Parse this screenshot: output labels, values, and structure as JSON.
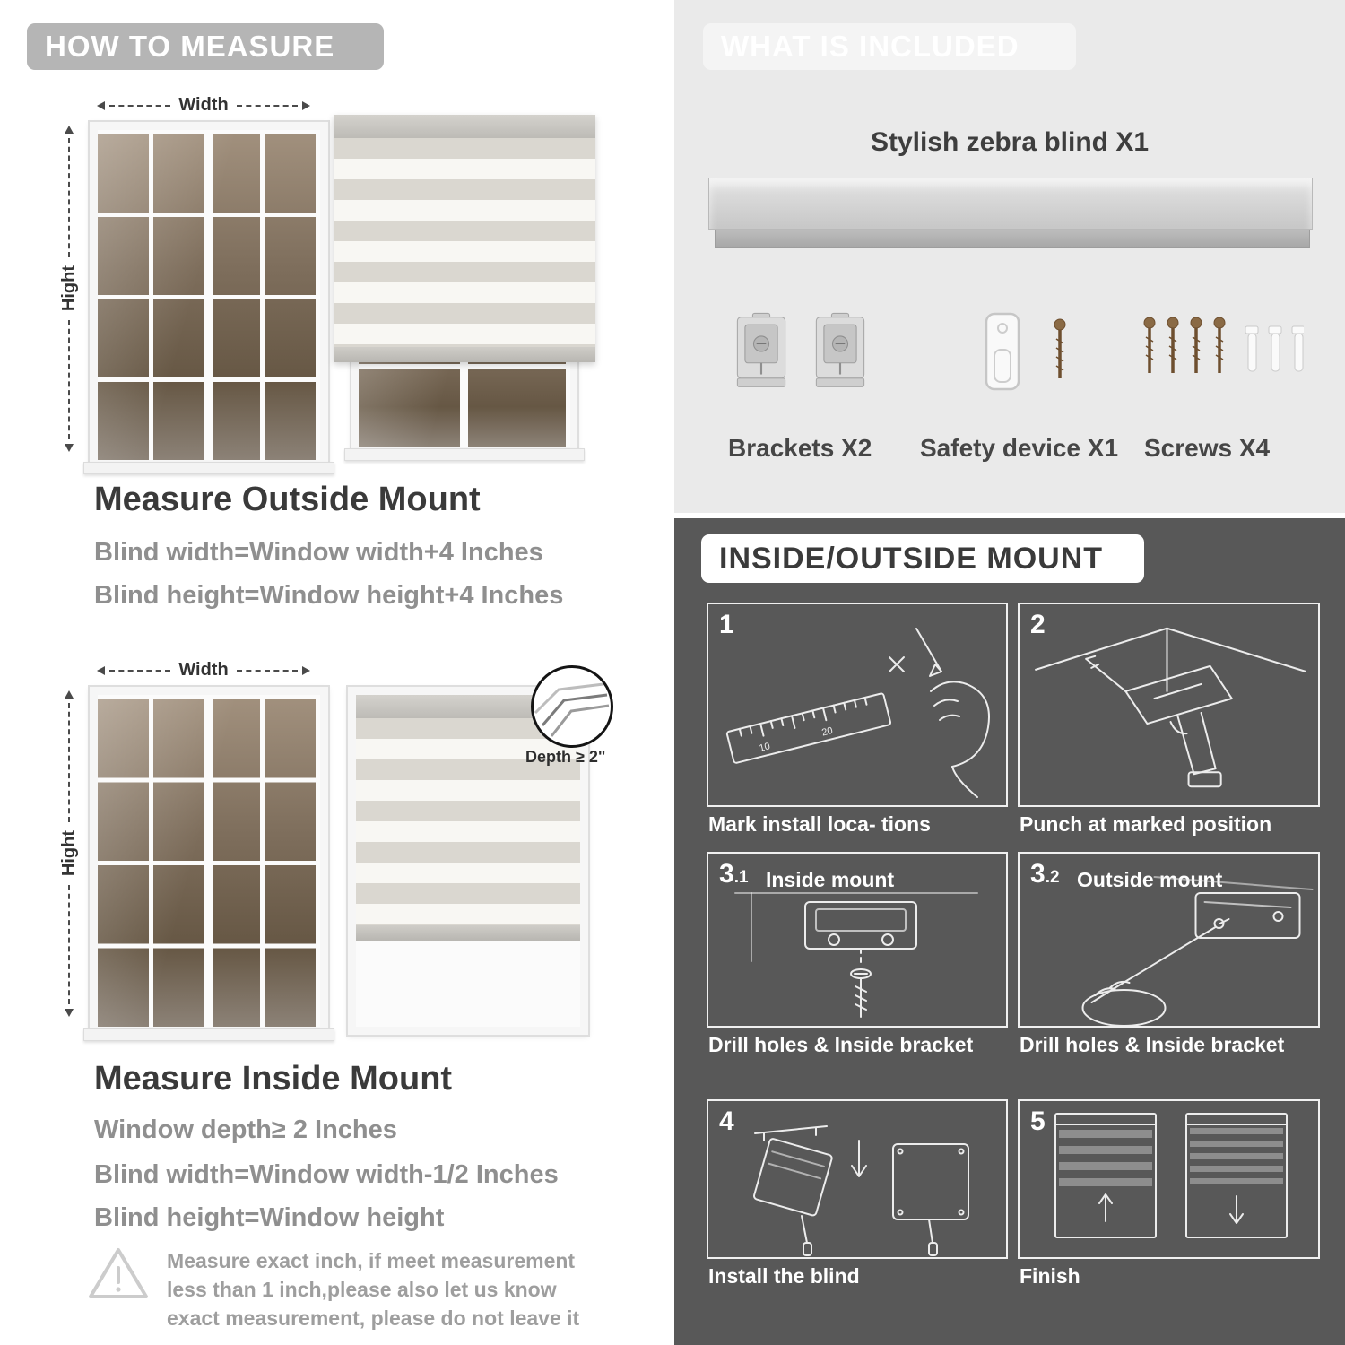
{
  "left": {
    "header": "HOW TO MEASURE",
    "outside": {
      "width_label": "Width",
      "height_label": "Hight",
      "title": "Measure Outside Mount",
      "lines": [
        "Blind width=Window width+4 Inches",
        "Blind height=Window height+4 Inches"
      ]
    },
    "inside": {
      "width_label": "Width",
      "height_label": "Hight",
      "depth_label": "Depth ≥ 2\"",
      "title": "Measure Inside Mount",
      "lines": [
        "Window depth≥ 2 Inches",
        "Blind width=Window width-1/2 Inches",
        "Blind height=Window height"
      ]
    },
    "warning_mark": "!",
    "warning_text": "Measure exact inch, if meet measurement less than 1 inch,please also let us know exact measurement, please do not leave it"
  },
  "included": {
    "header": "WHAT IS INCLUDED",
    "blind_label": "Stylish zebra blind X1",
    "items": [
      {
        "label": "Brackets X2"
      },
      {
        "label": "Safety device X1"
      },
      {
        "label": "Screws X4"
      }
    ]
  },
  "mount": {
    "header": "INSIDE/OUTSIDE MOUNT",
    "steps": [
      {
        "num": "1",
        "caption": "Mark install loca- tions"
      },
      {
        "num": "2",
        "caption": "Punch at  marked position"
      },
      {
        "num": "3",
        "sub": ".1",
        "inner_label": "Inside mount",
        "caption": "Drill holes &  Inside bracket"
      },
      {
        "num": "3",
        "sub": ".2",
        "inner_label": "Outside mount",
        "caption": "Drill holes &  Inside bracket"
      },
      {
        "num": "4",
        "caption": "Install the blind"
      },
      {
        "num": "5",
        "caption": "Finish"
      }
    ]
  },
  "colors": {
    "left_header_bg": "#b5b5b5",
    "included_bg": "#eaeaea",
    "included_header_bg": "#f4f4f4",
    "mount_bg": "#585858",
    "heading_text": "#3a3a3a",
    "muted_text": "#8f8f8f",
    "stripe_gray": "#dad7d0",
    "stripe_sheer": "#f8f7f3"
  }
}
